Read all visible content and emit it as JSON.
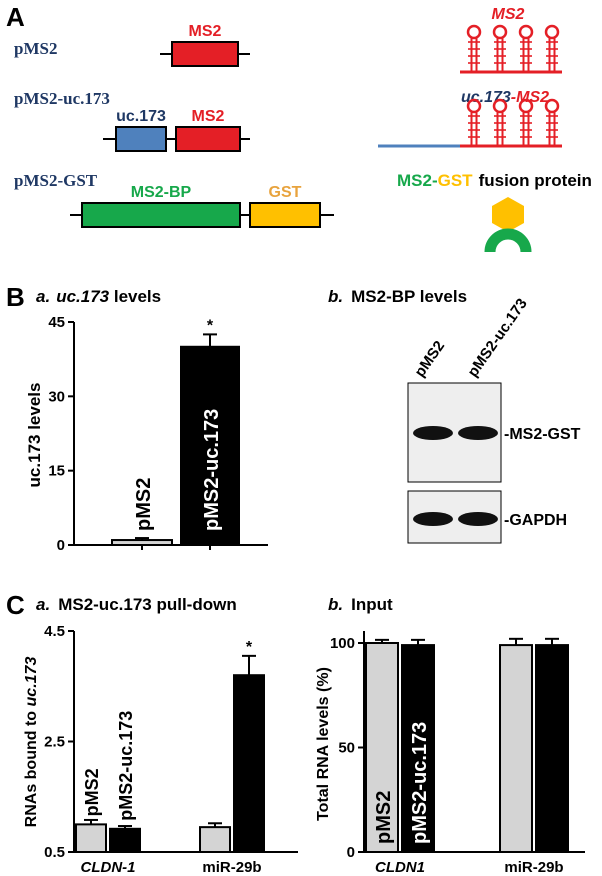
{
  "colors": {
    "navy": "#1f3864",
    "red": "#e41f26",
    "blue": "#4f81bd",
    "green": "#17a84b",
    "gold": "#ffc000",
    "gst_text": "#e8a33d",
    "gray": "#d4d4d4",
    "black": "#000000"
  },
  "panelA": {
    "label": "A",
    "constructs": [
      {
        "name": "pMS2",
        "boxes": [
          {
            "label": "MS2",
            "color": "red"
          }
        ]
      },
      {
        "name": "pMS2-uc.173",
        "boxes": [
          {
            "label": "uc.173",
            "color": "blue"
          },
          {
            "label": "MS2",
            "color": "red"
          }
        ]
      },
      {
        "name": "pMS2-GST",
        "boxes": [
          {
            "label": "MS2-BP",
            "color": "green"
          },
          {
            "label": "GST",
            "color": "gold"
          }
        ]
      }
    ],
    "ms2_rna_label": "MS2",
    "uc173_rna_label_a": "uc.173",
    "uc173_rna_label_b": "-MS2",
    "fusion_ms2": "MS2-",
    "fusion_gst": "GST",
    "fusion_rest": "fusion protein",
    "hairpin_icon": "rna-hairpin-icon",
    "protein_icon": "fusion-protein-icon"
  },
  "panelB": {
    "label": "B",
    "a_prefix": "a.",
    "a_title": "uc.173",
    "a_title_rest": " levels",
    "b_prefix": "b.",
    "b_title": "MS2-BP levels",
    "blot_lanes": [
      "pMS2",
      "pMS2-uc.173"
    ],
    "blot_bands": [
      "-MS2-GST",
      "-GAPDH"
    ]
  },
  "panelC": {
    "label": "C",
    "a_prefix": "a.",
    "a_title": "MS2-uc.173 pull-down",
    "b_prefix": "b.",
    "b_title": "Input"
  },
  "chart_data": [
    {
      "type": "bar",
      "panel": "B-a",
      "ylabel": "uc.173 levels",
      "ylim": [
        0,
        45
      ],
      "yticks": [
        0,
        15,
        30,
        45
      ],
      "categories": [
        "pMS2",
        "pMS2-uc.173"
      ],
      "series": [
        {
          "name": "",
          "values": [
            1,
            40
          ],
          "errors": [
            0.4,
            2.5
          ],
          "colors": [
            "#d4d4d4",
            "#000000"
          ]
        }
      ],
      "significance": [
        {
          "index": 1,
          "mark": "*"
        }
      ]
    },
    {
      "type": "bar",
      "panel": "C-a",
      "ylabel_a": "RNAs bound to ",
      "ylabel_b": "uc.173",
      "ylim": [
        0.5,
        4.5
      ],
      "yticks": [
        0.5,
        2.5,
        4.5
      ],
      "categories": [
        "CLDN-1",
        "miR-29b"
      ],
      "series": [
        {
          "name": "pMS2",
          "values": [
            1.0,
            0.95
          ],
          "errors": [
            0.08,
            0.07
          ]
        },
        {
          "name": "pMS2-uc.173",
          "values": [
            0.92,
            3.7
          ],
          "errors": [
            0.05,
            0.35
          ]
        }
      ],
      "significance": [
        {
          "category": 1,
          "series": 1,
          "mark": "*"
        }
      ]
    },
    {
      "type": "bar",
      "panel": "C-b",
      "ylabel": "Total RNA levels (%)",
      "ylim": [
        0,
        100
      ],
      "yticks": [
        0,
        50,
        100
      ],
      "categories": [
        "CLDN1",
        "miR-29b"
      ],
      "series": [
        {
          "name": "pMS2",
          "values": [
            100,
            99
          ],
          "errors": [
            1.5,
            3
          ]
        },
        {
          "name": "pMS2-uc.173",
          "values": [
            99,
            99
          ],
          "errors": [
            2.5,
            3
          ]
        }
      ]
    }
  ]
}
